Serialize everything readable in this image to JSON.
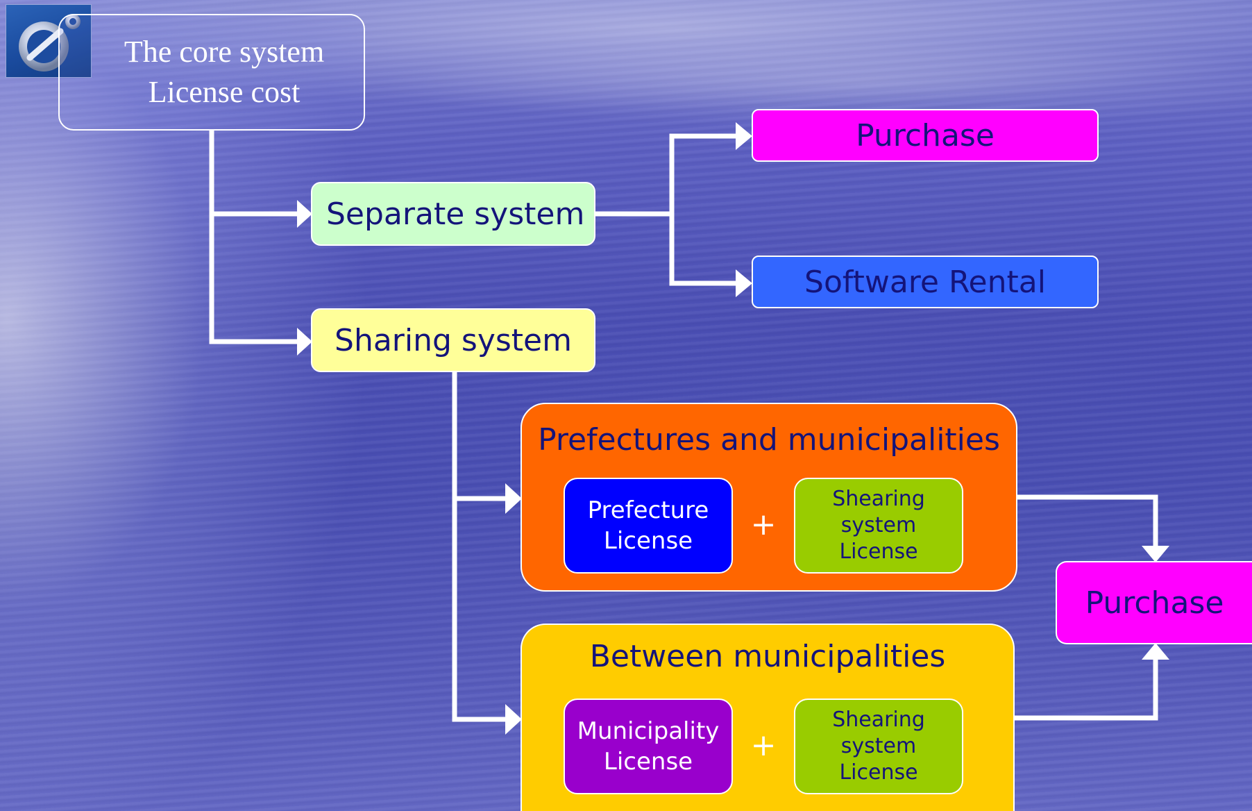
{
  "title": {
    "line1": "The core system",
    "line2": "License cost"
  },
  "logo_icon": "orbit-logo-icon",
  "nodes": {
    "separate": "Separate system",
    "sharing": "Sharing system",
    "purchase_top": "Purchase",
    "software_rental": "Software Rental",
    "purchase_right": "Purchase"
  },
  "groups": {
    "prefectures": {
      "title": "Prefectures and municipalities",
      "left": "Prefecture\nLicense",
      "plus": "+",
      "right": "Shearing\nsystem\nLicense"
    },
    "between": {
      "title": "Between municipalities",
      "left": "Municipality\nLicense",
      "plus": "+",
      "right": "Shearing\nsystem\nLicense"
    }
  },
  "colors": {
    "separate": "#ccffcc",
    "sharing": "#ffff99",
    "purchase": "#ff00ff",
    "software_rental": "#3366ff",
    "prefectures_group": "#ff6600",
    "between_group": "#ffcc00",
    "prefecture_license": "#0000ff",
    "municipality_license": "#9900cc",
    "shearing_license": "#99cc00",
    "connector": "#ffffff"
  }
}
